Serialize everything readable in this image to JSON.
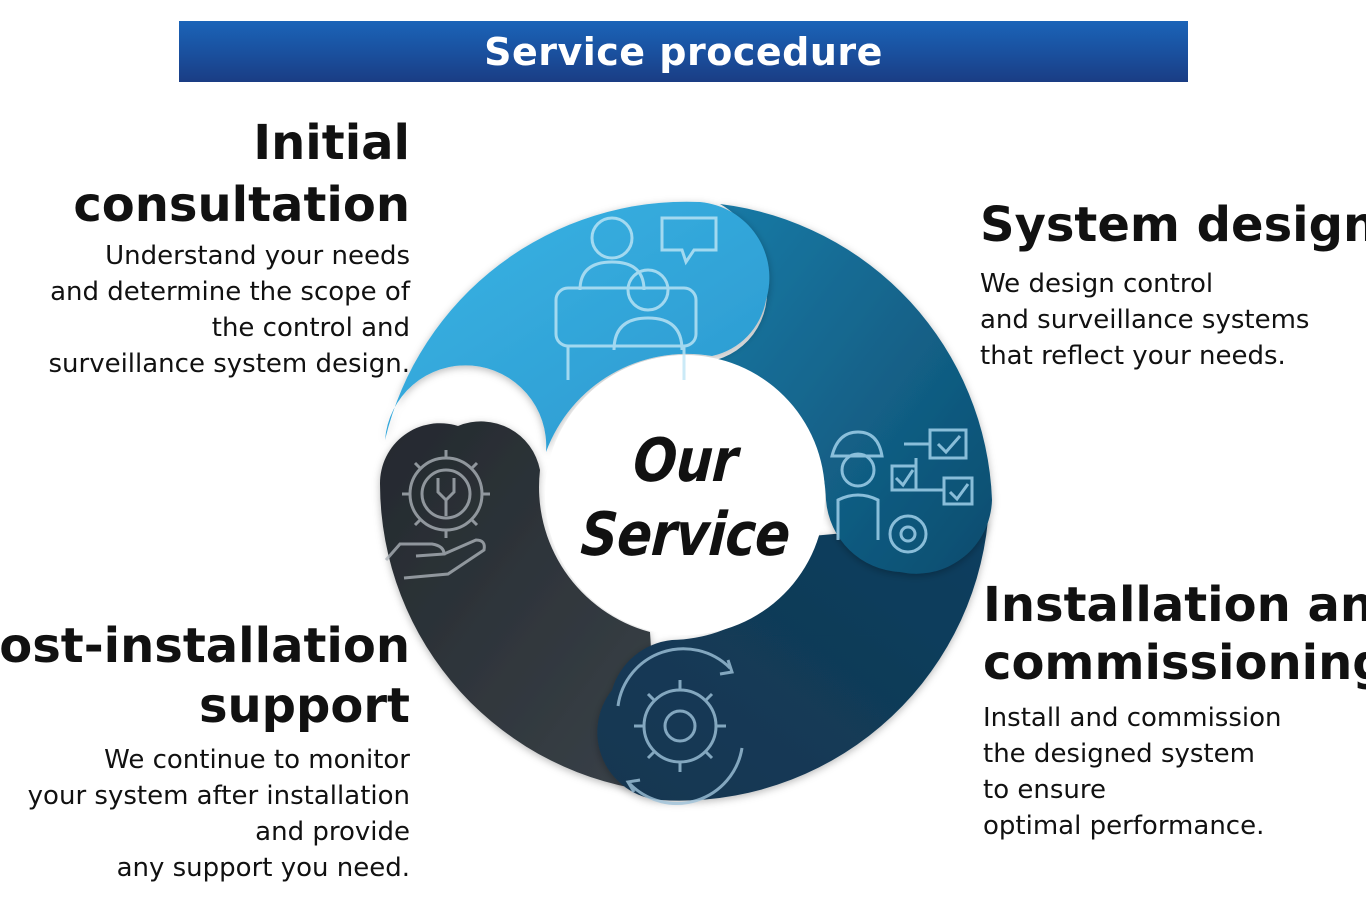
{
  "banner": {
    "title": "Service procedure"
  },
  "center": {
    "line1": "Our",
    "line2": "Service"
  },
  "steps": [
    {
      "title_lines": [
        "Initial",
        "consultation"
      ],
      "desc_lines": [
        "Understand your needs",
        "and determine the scope of",
        "the control and",
        "surveillance system design."
      ],
      "icon": "consultation-people-icon"
    },
    {
      "title_lines": [
        "System design"
      ],
      "desc_lines": [
        "We design control",
        "and surveillance systems",
        "that reflect your needs."
      ],
      "icon": "engineer-checklist-icon"
    },
    {
      "title_lines": [
        "Installation and",
        "commissioning"
      ],
      "desc_lines": [
        "Install and commission",
        "the designed system",
        "to ensure",
        "optimal performance."
      ],
      "icon": "gear-cycle-icon"
    },
    {
      "title_lines": [
        "Post-installation",
        "support"
      ],
      "desc_lines": [
        "We continue to monitor",
        "your system after installation",
        "and provide",
        "any support you need."
      ],
      "icon": "hand-gear-wrench-icon"
    }
  ],
  "colors": {
    "banner": "#1a4f9d",
    "segment_light_blue": "#33a9dc",
    "segment_teal": "#0f5f86",
    "segment_navy": "#0e3e5e",
    "segment_charcoal": "#2b3035",
    "icon_stroke": "#9fd0ea"
  }
}
